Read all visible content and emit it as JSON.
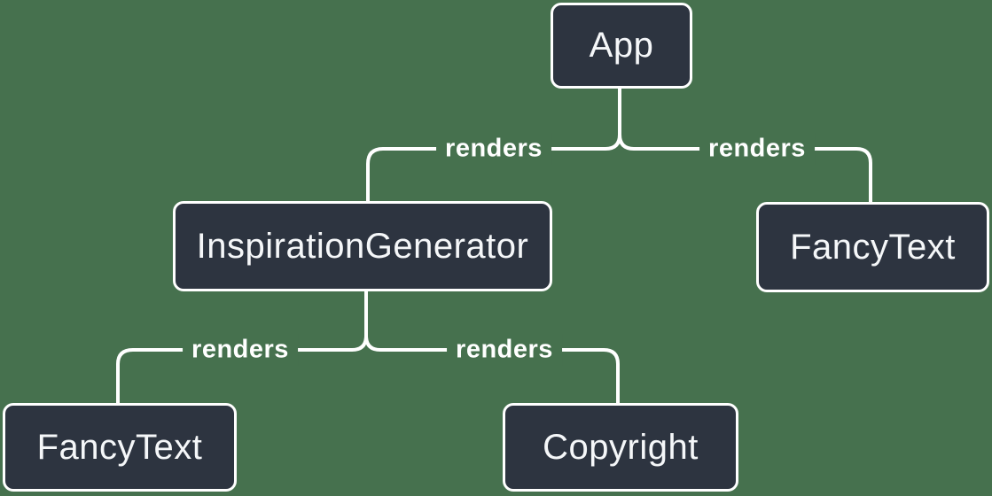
{
  "colors": {
    "background": "#46714e",
    "node_fill": "#2d3440",
    "node_border": "#ffffff",
    "node_text": "#f5f7f9",
    "edge_line": "#ffffff",
    "edge_label_text": "#ffffff"
  },
  "nodes": [
    {
      "id": "app",
      "label": "App"
    },
    {
      "id": "inspiration-generator",
      "label": "InspirationGenerator"
    },
    {
      "id": "fancy-text-top-right",
      "label": "FancyText"
    },
    {
      "id": "fancy-text-bottom-left",
      "label": "FancyText"
    },
    {
      "id": "copyright",
      "label": "Copyright"
    }
  ],
  "edges": [
    {
      "from": "App",
      "to": "InspirationGenerator",
      "label": "renders"
    },
    {
      "from": "App",
      "to": "FancyText",
      "label": "renders"
    },
    {
      "from": "InspirationGenerator",
      "to": "FancyText",
      "label": "renders"
    },
    {
      "from": "InspirationGenerator",
      "to": "Copyright",
      "label": "renders"
    }
  ]
}
